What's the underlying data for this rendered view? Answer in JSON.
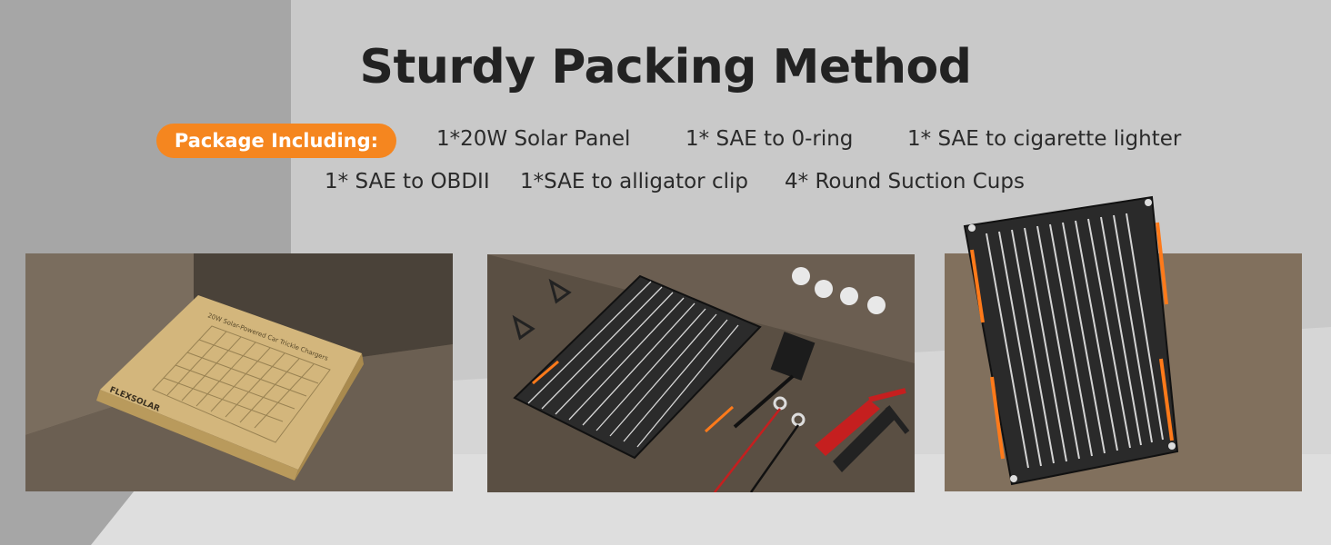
{
  "title": "Sturdy Packing Method",
  "package": {
    "label": "Package Including:",
    "items_row1": [
      "1*20W Solar Panel",
      "1* SAE to 0-ring",
      "1* SAE to cigarette lighter"
    ],
    "items_row2": [
      "1* SAE to OBDII",
      "1*SAE to alligator clip",
      "4* Round Suction Cups"
    ]
  },
  "box": {
    "heading": "20W Solar-Powered Car Trickle Chargers",
    "brand": "FLEXSOLAR"
  },
  "colors": {
    "accent": "#f5861f",
    "title": "#222222",
    "background": "#c9c9c9"
  }
}
